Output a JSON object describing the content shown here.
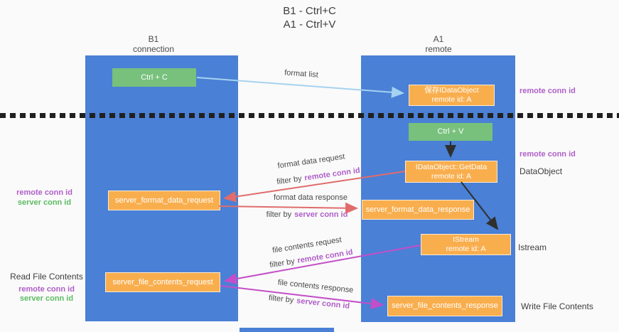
{
  "colors": {
    "background": "#fafafa",
    "column_blue": "#4a80d5",
    "green_box": "#77c17c",
    "orange_box": "#f9ae4e",
    "arrow_lightblue": "#a5d2f0",
    "arrow_black": "#2f2f2f",
    "arrow_red": "#e06c6c",
    "arrow_magenta": "#c44ec9",
    "label_purple": "#af5fc8",
    "label_green": "#5dbb63",
    "text_dark": "#3d3d3d"
  },
  "title": {
    "line1": "B1 - Ctrl+C",
    "line2": "A1 - Ctrl+V"
  },
  "lifelines": {
    "left": {
      "name": "B1",
      "subtitle": "connection"
    },
    "right": {
      "name": "A1",
      "subtitle": "remote"
    }
  },
  "nodes": {
    "ctrl_c": {
      "label": "Ctrl + C"
    },
    "save_idataobject": {
      "line1": "保存IDataObject",
      "line2": "remote id: A"
    },
    "ctrl_v": {
      "label": "Ctrl + V"
    },
    "idataobject_getdata": {
      "line1": "IDataObject::GetData",
      "line2": "remote id: A"
    },
    "server_format_data_request": {
      "label": "server_format_data_request"
    },
    "server_format_data_response": {
      "label": "server_format_data_response"
    },
    "istream": {
      "line1": "IStream",
      "line2": "remote id: A"
    },
    "server_file_contents_request": {
      "label": "server_file_contents_request"
    },
    "server_file_contents_response": {
      "label": "server_file_contents_response"
    }
  },
  "arrow_labels": {
    "format_list": "format list",
    "format_data_request": "format data request",
    "format_data_response": "format data response",
    "file_contents_request": "file contents request",
    "file_contents_response": "file contents response",
    "filter_by": "filter by",
    "remote_conn_id": "remote conn id",
    "server_conn_id": "server conn id"
  },
  "side_labels": {
    "right_top_remote_conn_id": "remote conn id",
    "right_mid_remote_conn_id": "remote conn id",
    "dataobject": "DataObject",
    "istream": "Istream",
    "write_file_contents": "Write File Contents",
    "left_remote_conn_id_top": "remote conn id",
    "left_server_conn_id_top": "server conn id",
    "read_file_contents": "Read File Contents",
    "left_remote_conn_id_bottom": "remote conn id",
    "left_server_conn_id_bottom": "server conn id"
  }
}
